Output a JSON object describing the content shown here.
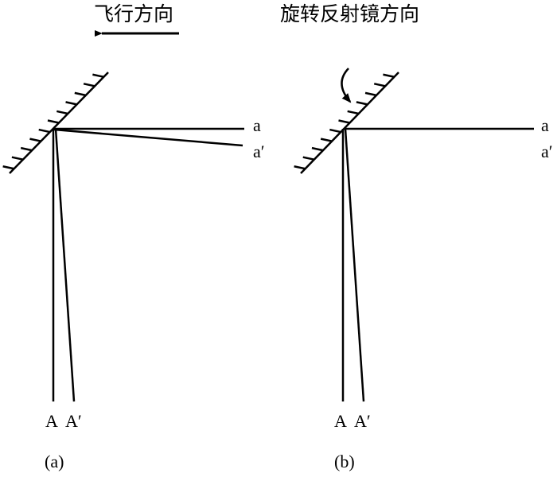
{
  "panel_a": {
    "title": "飞行方向",
    "caption": "(a)",
    "ray_labels": {
      "a": "a",
      "a_prime": "a′",
      "A": "A",
      "A_prime": "A′"
    }
  },
  "panel_b": {
    "title": "旋转反射镜方向",
    "caption": "(b)",
    "ray_labels": {
      "a": "a",
      "a_prime": "a′",
      "A": "A",
      "A_prime": "A′"
    }
  },
  "colors": {
    "stroke": "#000000",
    "background": "#ffffff"
  }
}
